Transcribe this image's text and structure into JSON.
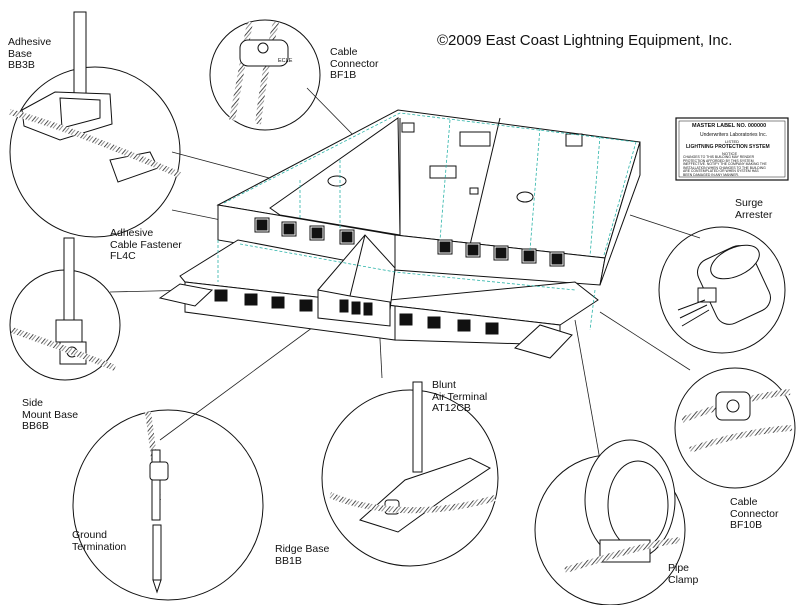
{
  "copyright": "©2009 East Coast Lightning Equipment, Inc.",
  "components": [
    {
      "name": "adhesive-base",
      "lines": [
        "Adhesive",
        "Base",
        "BB3B"
      ]
    },
    {
      "name": "cable-connector-bf1b",
      "lines": [
        "Cable",
        "Connector",
        "BF1B"
      ]
    },
    {
      "name": "adhesive-cable-fastener",
      "lines": [
        "Adhesive",
        "Cable Fastener",
        "FL4C"
      ]
    },
    {
      "name": "surge-arrester",
      "lines": [
        "Surge",
        "Arrester"
      ]
    },
    {
      "name": "side-mount-base",
      "lines": [
        "Side",
        "Mount Base",
        "BB6B"
      ]
    },
    {
      "name": "blunt-air-terminal",
      "lines": [
        "Blunt",
        "Air Terminal",
        "AT12CB"
      ]
    },
    {
      "name": "ground-termination",
      "lines": [
        "Ground",
        "Termination"
      ]
    },
    {
      "name": "ridge-base",
      "lines": [
        "Ridge Base",
        "BB1B"
      ]
    },
    {
      "name": "cable-connector-bf10b",
      "lines": [
        "Cable",
        "Connector",
        "BF10B"
      ]
    },
    {
      "name": "pipe-clamp",
      "lines": [
        "Pipe",
        "Clamp"
      ]
    }
  ],
  "ul_label": {
    "master_label": "MASTER LABEL NO. 000000",
    "lab": "Underwriters Laboratories Inc.",
    "listed": "LISTED",
    "system": "LIGHTNING PROTECTION SYSTEM",
    "notice": "NOTICE",
    "fine_print": [
      "CHANGES TO THIS BUILDING MAY RENDER",
      "PROTECTION AFFORDED BY THIS SYSTEM",
      "INEFFECTIVE. NOTIFY THE COMPANY MAKING THE",
      "INSTALLATION WHEN CHANGES TO THE BUILDING",
      "ARE CONTEMPLATED OR WHEN SYSTEM HAS",
      "BEEN DAMAGED IN ANY MANNER."
    ]
  },
  "connector_brand": "ECLE",
  "colors": {
    "ink": "#111111",
    "conductor": "#2ab3a8",
    "background": "#ffffff"
  }
}
